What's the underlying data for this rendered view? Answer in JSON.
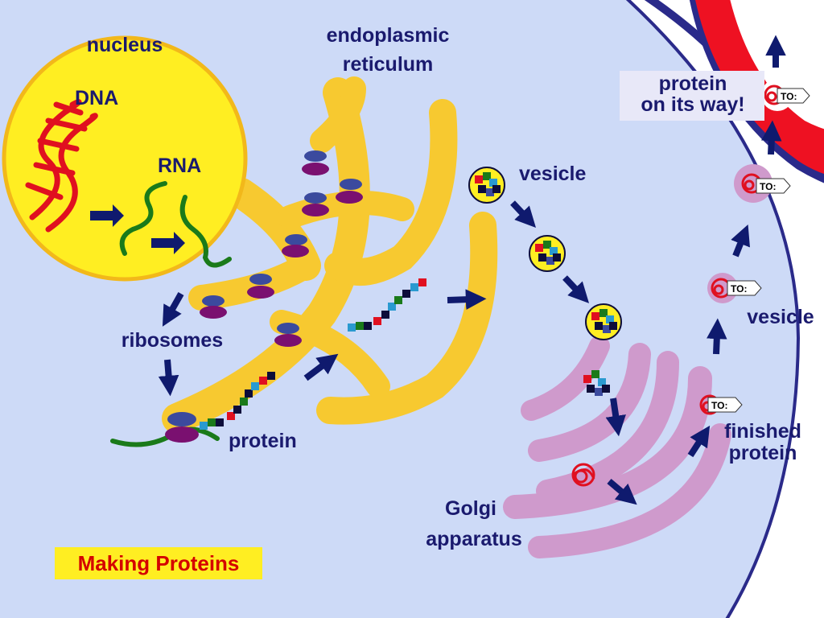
{
  "title": "Making Proteins",
  "labels": {
    "nucleus": "nucleus",
    "dna": "DNA",
    "rna": "RNA",
    "er_line1": "endoplasmic",
    "er_line2": "reticulum",
    "ribosomes": "ribosomes",
    "protein": "protein",
    "vesicle_top": "vesicle",
    "golgi_line1": "Golgi",
    "golgi_line2": "apparatus",
    "vesicle_right": "vesicle",
    "finished_line1": "finished",
    "finished_line2": "protein",
    "on_way_line1": "protein",
    "on_way_line2": "on its way!",
    "tag": "TO:"
  },
  "colors": {
    "cytoplasm": "#cddaf7",
    "cell_border": "#2a2a8a",
    "nucleus_fill": "#ffee22",
    "nucleus_border": "#f2b81a",
    "er": "#f7c930",
    "golgi": "#cf9acc",
    "dna": "#e01020",
    "rna": "#1a7a1a",
    "arrow": "#0f1a6e",
    "membrane_red": "#ee1122",
    "ribosome_top": "#3b4a9e",
    "ribosome_bottom": "#7a1070",
    "title_bg": "#ffee22",
    "title_text": "#d40000"
  }
}
